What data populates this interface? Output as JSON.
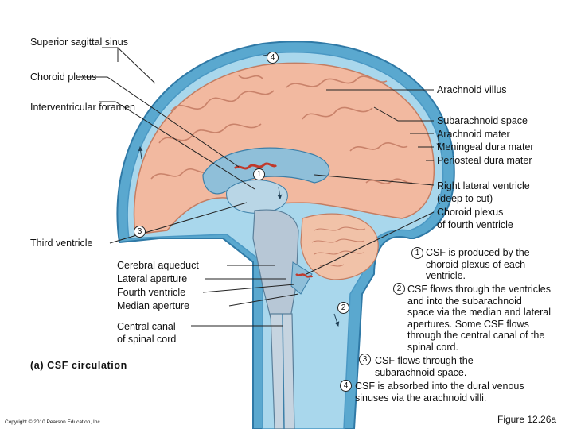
{
  "labels": {
    "superior_sagittal_sinus": "Superior sagittal sinus",
    "choroid_plexus": "Choroid plexus",
    "interventricular_foramen": "Interventricular foramen",
    "arachnoid_villus": "Arachnoid villus",
    "subarachnoid_space": "Subarachnoid space",
    "arachnoid_mater": "Arachnoid mater",
    "meningeal_dura_mater": "Meningeal dura mater",
    "periosteal_dura_mater": "Periosteal dura mater",
    "right_lateral_ventricle": "Right lateral ventricle",
    "deep_to_cut": "(deep to cut)",
    "choroid_plexus_fourth": "Choroid plexus",
    "of_fourth_ventricle": "of fourth ventricle",
    "third_ventricle": "Third ventricle",
    "cerebral_aqueduct": "Cerebral aqueduct",
    "lateral_aperture": "Lateral aperture",
    "fourth_ventricle": "Fourth ventricle",
    "median_aperture": "Median aperture",
    "central_canal": "Central canal",
    "of_spinal_cord": "of spinal cord"
  },
  "markers": {
    "m1": "1",
    "m2": "2",
    "m3": "3",
    "m4": "4"
  },
  "steps": [
    {
      "num": "1",
      "text": "CSF is produced by the choroid plexus of each ventricle."
    },
    {
      "num": "2",
      "text": "CSF flows through the ventricles and into the subarachnoid space via the median and lateral apertures. Some CSF flows through the central canal of the spinal cord."
    },
    {
      "num": "3",
      "text": "CSF flows through the subarachnoid space."
    },
    {
      "num": "4",
      "text": "CSF is absorbed into the dural venous sinuses via the arachnoid villi."
    }
  ],
  "caption": "(a) CSF circulation",
  "copyright": "Copyright © 2010 Pearson Education, Inc.",
  "figure_label": "Figure 12.26a"
}
